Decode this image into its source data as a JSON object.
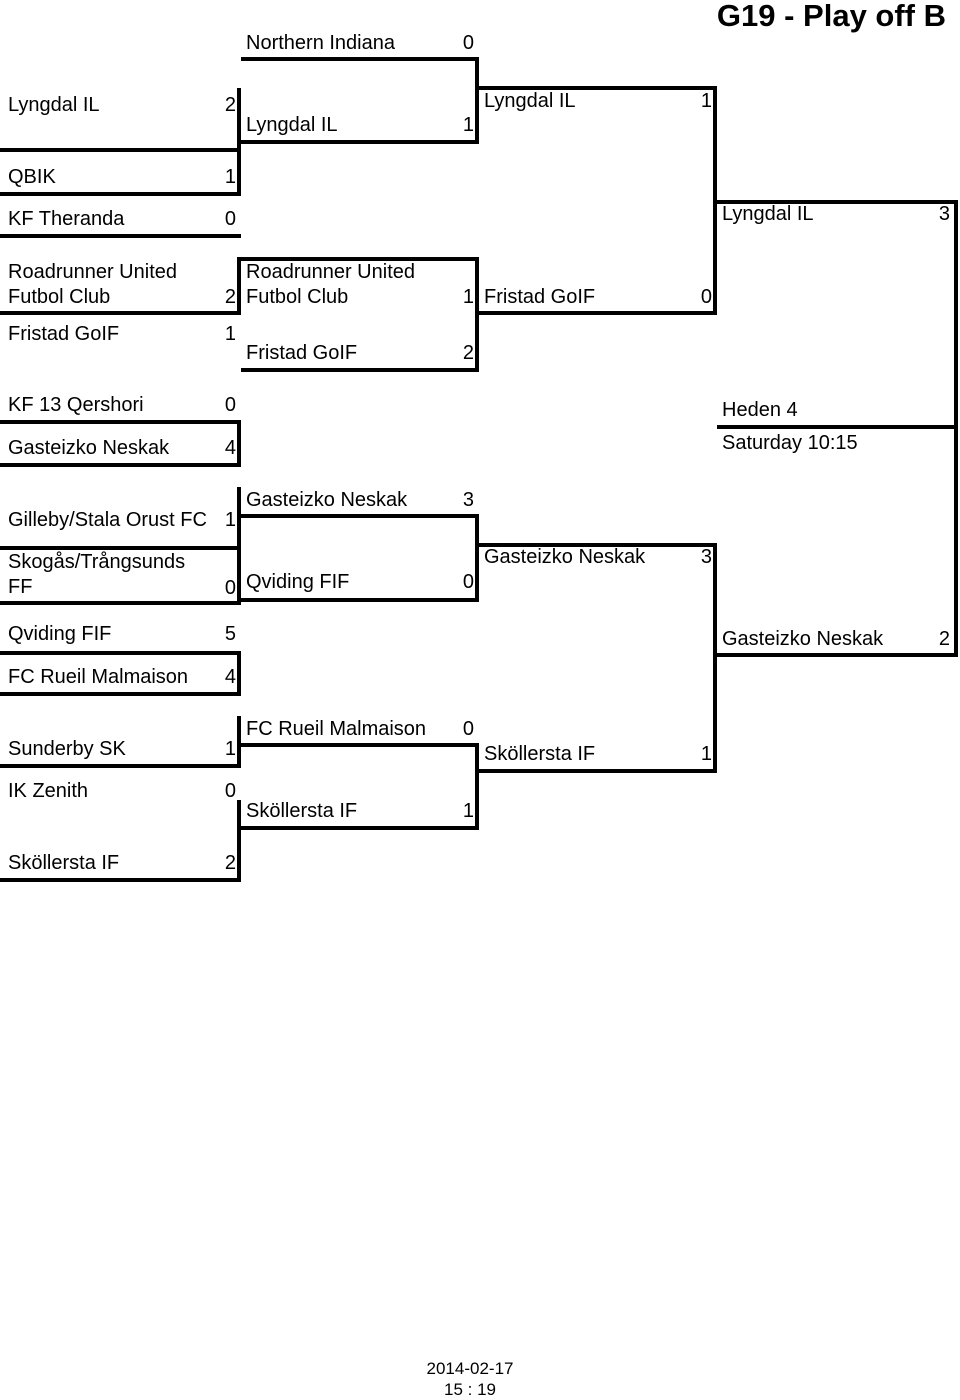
{
  "title": "G19 - Play off B",
  "round1": [
    {
      "team1": "Lyngdal IL",
      "score1": "2",
      "team2": "QBIK",
      "score2": "1"
    },
    {
      "team1": "KF Theranda",
      "score1": "0",
      "team2": "",
      "score2": ""
    },
    {
      "team1": "Roadrunner United Futbol Club",
      "score1": "2",
      "team2": "Fristad GoIF",
      "score2": "1"
    },
    {
      "team1": "KF 13 Qershori",
      "score1": "0",
      "team2": "Gasteizko Neskak",
      "score2": "4"
    },
    {
      "team1": "Gilleby/Stala Orust FC",
      "score1": "1",
      "team2": "Skogås/Trångsunds FF",
      "score2": "0"
    },
    {
      "team1": "Qviding FIF",
      "score1": "5",
      "team2": "FC Rueil Malmaison",
      "score2": "4"
    },
    {
      "team1": "Sunderby SK",
      "score1": "1",
      "team2": "IK Zenith",
      "score2": "0"
    },
    {
      "team1": "Sköllersta IF",
      "score1": "2",
      "team2": "",
      "score2": ""
    }
  ],
  "quarterfinals": [
    {
      "team1": "Northern Indiana",
      "score1": "0",
      "team2": "Lyngdal IL",
      "score2": "1"
    },
    {
      "team1": "Roadrunner United Futbol Club",
      "score1": "1",
      "team2": "Fristad GoIF",
      "score2": "2"
    },
    {
      "team1": "Gasteizko Neskak",
      "score1": "3",
      "team2": "Qviding FIF",
      "score2": "0"
    },
    {
      "team1": "FC Rueil Malmaison",
      "score1": "0",
      "team2": "Sköllersta IF",
      "score2": "1"
    }
  ],
  "semifinals": [
    {
      "team1": "Lyngdal IL",
      "score1": "1",
      "team2": "Fristad GoIF",
      "score2": "0"
    },
    {
      "team1": "Gasteizko Neskak",
      "score1": "3",
      "team2": "Sköllersta IF",
      "score2": "1"
    }
  ],
  "final": {
    "team1": "Lyngdal IL",
    "score1": "3",
    "team2": "Gasteizko Neskak",
    "score2": "2",
    "venue": "Heden 4",
    "time": "Saturday 10:15"
  },
  "footer": {
    "date": "2014-02-17",
    "time": "15 : 19"
  }
}
